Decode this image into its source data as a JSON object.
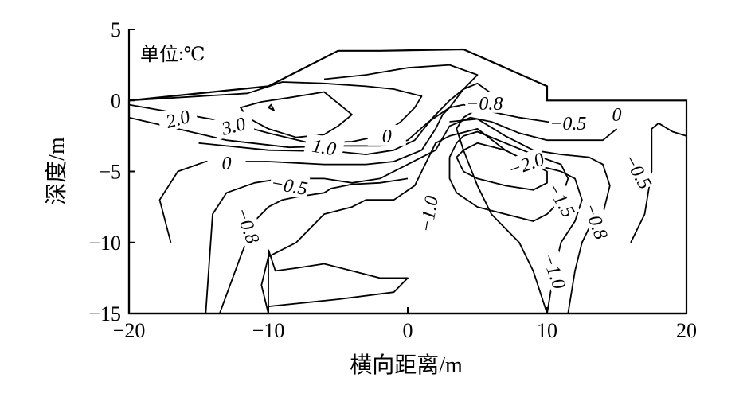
{
  "chart_data": {
    "type": "contour",
    "unit_label": "单位:℃",
    "xlabel": "横向距离/m",
    "ylabel": "深度/m",
    "xlim": [
      -20,
      20
    ],
    "ylim": [
      -15,
      5
    ],
    "xticks": [
      -20,
      -10,
      0,
      10,
      20
    ],
    "yticks": [
      5,
      0,
      -5,
      -10,
      -15
    ],
    "xtick_labels": [
      "−20",
      "−10",
      "0",
      "10",
      "20"
    ],
    "ytick_labels": [
      "5",
      "0",
      "−5",
      "−10",
      "−15"
    ],
    "boundary": [
      [
        -20,
        0
      ],
      [
        -10,
        1
      ],
      [
        -5,
        3.5
      ],
      [
        -2,
        3.5
      ],
      [
        4,
        3.6
      ],
      [
        10,
        1
      ],
      [
        10,
        0
      ],
      [
        20,
        0
      ],
      [
        20,
        -15
      ],
      [
        -20,
        -15
      ]
    ],
    "contours": [
      {
        "level": "0",
        "points": [
          [
            -20,
            -1.2
          ],
          [
            -13,
            -2.8
          ],
          [
            -8.5,
            -3.3
          ],
          [
            -5,
            -3.2
          ],
          [
            -2,
            -3.2
          ],
          [
            0,
            -2.8
          ],
          [
            1.5,
            -1.5
          ],
          [
            3,
            -0.5
          ],
          [
            4,
            0.8
          ],
          [
            5,
            1.8
          ],
          [
            3,
            2.5
          ],
          [
            0,
            2.3
          ],
          [
            -3,
            1.8
          ],
          [
            -6,
            1.5
          ]
        ]
      },
      {
        "level": "2.0",
        "points": [
          [
            -20,
            -0.3
          ],
          [
            -13,
            -1.5
          ],
          [
            -10,
            -2.3
          ],
          [
            -7,
            -3.0
          ],
          [
            -4,
            -2.9
          ],
          [
            -2,
            -2.5
          ],
          [
            -0.5,
            -1.5
          ],
          [
            0.5,
            -0.5
          ],
          [
            1,
            0.3
          ],
          [
            -1,
            0.8
          ],
          [
            -3,
            1.0
          ],
          [
            -6,
            1.2
          ],
          [
            -9,
            1.3
          ],
          [
            -11.5,
            0.5
          ],
          [
            -20,
            0
          ]
        ]
      },
      {
        "level": "3.0",
        "points": [
          [
            -10.5,
            -0.1
          ],
          [
            -12,
            -0.5
          ],
          [
            -11.5,
            -1.2
          ],
          [
            -10,
            -2.0
          ],
          [
            -8,
            -2.6
          ],
          [
            -6,
            -2.4
          ],
          [
            -5,
            -1.8
          ],
          [
            -4,
            -1.0
          ],
          [
            -6,
            0.6
          ],
          [
            -8.5,
            0.2
          ],
          [
            -10.5,
            -0.1
          ]
        ]
      },
      {
        "level": "0",
        "points": [
          [
            -10,
            -0.5
          ],
          [
            -9.6,
            -0.7
          ],
          [
            -9.8,
            -0.3
          ],
          [
            -10,
            -0.5
          ]
        ]
      },
      {
        "level": "1.0",
        "points": [
          [
            -15,
            -3.0
          ],
          [
            -10,
            -3.5
          ],
          [
            -5,
            -3.6
          ],
          [
            -3,
            -3.8
          ],
          [
            -1,
            -3.5
          ],
          [
            0.5,
            -2.8
          ],
          [
            1.8,
            -1.2
          ],
          [
            3,
            0
          ],
          [
            4,
            0.8
          ],
          [
            5,
            1.2
          ],
          [
            6,
            0.5
          ],
          [
            5,
            -0.6
          ],
          [
            4,
            -1.2
          ],
          [
            3.5,
            -2.0
          ],
          [
            4,
            -3.5
          ],
          [
            5,
            -6
          ],
          [
            6,
            -8
          ],
          [
            8,
            -10
          ],
          [
            9,
            -12
          ],
          [
            9.5,
            -13.5
          ],
          [
            10,
            -15
          ]
        ]
      },
      {
        "level": "0",
        "points": [
          [
            -17,
            -10
          ],
          [
            -17.8,
            -7
          ],
          [
            -16.5,
            -5
          ],
          [
            -14.5,
            -4.3
          ],
          [
            -10,
            -4.3
          ],
          [
            -6,
            -4.5
          ],
          [
            -3,
            -4.5
          ],
          [
            -1,
            -4.3
          ],
          [
            1,
            -3.5
          ],
          [
            2,
            -2
          ],
          [
            2.5,
            -1
          ],
          [
            3,
            -0.5
          ],
          [
            4,
            -0.3
          ],
          [
            5,
            -0.5
          ],
          [
            6,
            -0.8
          ],
          [
            8,
            -1.2
          ],
          [
            10,
            -1.5
          ],
          [
            12,
            -1.6
          ]
        ]
      },
      {
        "level": "-0.5",
        "points": [
          [
            -14.5,
            -15
          ],
          [
            -14,
            -8
          ],
          [
            -13,
            -6.5
          ],
          [
            -11,
            -5.8
          ],
          [
            -9,
            -5.5
          ],
          [
            -6,
            -5.5
          ],
          [
            -4,
            -5.8
          ],
          [
            -2,
            -5.5
          ],
          [
            0,
            -4.5
          ],
          [
            2,
            -3.5
          ],
          [
            3,
            -1.8
          ],
          [
            4.5,
            -1.2
          ],
          [
            6,
            -1.5
          ],
          [
            8,
            -2.3
          ],
          [
            10,
            -2.8
          ],
          [
            14,
            -2.8
          ],
          [
            15,
            -2.0
          ]
        ]
      },
      {
        "level": "-0.5",
        "points": [
          [
            16,
            -10
          ],
          [
            17,
            -8
          ],
          [
            17.5,
            -5
          ],
          [
            17.5,
            -3
          ],
          [
            17.5,
            -2
          ],
          [
            18,
            -1.6
          ],
          [
            19,
            -2.2
          ],
          [
            20,
            -2.5
          ]
        ]
      },
      {
        "level": "-0.8",
        "points": [
          [
            -13.5,
            -15
          ],
          [
            -12,
            -11
          ],
          [
            -11,
            -8.5
          ],
          [
            -10,
            -7.5
          ],
          [
            -9,
            -7
          ],
          [
            -8,
            -6.8
          ],
          [
            -6,
            -6.5
          ],
          [
            -5.5,
            -6.2
          ],
          [
            -4,
            -5.9
          ],
          [
            -2,
            -5.8
          ],
          [
            0,
            -5.5
          ]
        ]
      },
      {
        "level": "-0.8",
        "points": [
          [
            3,
            -1.5
          ],
          [
            5,
            -1.3
          ],
          [
            7,
            -2.5
          ],
          [
            9,
            -3.5
          ],
          [
            11,
            -3.8
          ],
          [
            13,
            -4
          ],
          [
            14,
            -4.5
          ],
          [
            14.5,
            -6
          ],
          [
            14,
            -8
          ],
          [
            13,
            -9
          ],
          [
            12.5,
            -10
          ],
          [
            12,
            -12
          ],
          [
            11.5,
            -15
          ]
        ]
      },
      {
        "level": "-1.0",
        "points": [
          [
            -10,
            -15
          ],
          [
            -10.5,
            -13
          ],
          [
            -10,
            -11
          ],
          [
            -9,
            -10.5
          ],
          [
            -8,
            -10
          ],
          [
            -7,
            -9
          ],
          [
            -6,
            -8
          ],
          [
            -4,
            -7.5
          ],
          [
            -3,
            -7
          ],
          [
            -1,
            -7
          ],
          [
            0.5,
            -6
          ],
          [
            1,
            -5
          ],
          [
            1.5,
            -4
          ],
          [
            2,
            -3
          ],
          [
            3,
            -2.5
          ],
          [
            5,
            -2
          ],
          [
            7,
            -3.5
          ],
          [
            9,
            -4.5
          ],
          [
            11,
            -5
          ],
          [
            12,
            -5.5
          ],
          [
            12.5,
            -7
          ],
          [
            12,
            -8.5
          ],
          [
            11,
            -10
          ],
          [
            10.5,
            -12
          ],
          [
            10,
            -15
          ]
        ]
      },
      {
        "level": "-1.5",
        "points": [
          [
            3,
            -4
          ],
          [
            3.5,
            -3
          ],
          [
            4,
            -2.5
          ],
          [
            5,
            -2.2
          ],
          [
            7,
            -3
          ],
          [
            9,
            -3.8
          ],
          [
            11,
            -4.5
          ],
          [
            11.5,
            -5.5
          ],
          [
            11,
            -7
          ],
          [
            10,
            -8
          ],
          [
            9,
            -8.5
          ],
          [
            7,
            -8
          ],
          [
            5,
            -7.5
          ],
          [
            3.5,
            -6.5
          ],
          [
            3,
            -5.5
          ],
          [
            3,
            -4
          ]
        ]
      },
      {
        "level": "-2.0",
        "points": [
          [
            3.5,
            -4
          ],
          [
            4,
            -3.5
          ],
          [
            5,
            -3
          ],
          [
            7,
            -3.5
          ],
          [
            9,
            -4.5
          ],
          [
            10,
            -5
          ],
          [
            10,
            -5.8
          ],
          [
            9,
            -6.3
          ],
          [
            7,
            -6
          ],
          [
            5,
            -5.5
          ],
          [
            4,
            -5
          ],
          [
            3.5,
            -4
          ]
        ]
      },
      {
        "level": "-1.0",
        "points": [
          [
            -10,
            -10.5
          ],
          [
            -9.5,
            -12
          ],
          [
            -8,
            -11.8
          ],
          [
            -6,
            -11.5
          ],
          [
            -4,
            -12
          ],
          [
            -2,
            -12.5
          ],
          [
            0,
            -12.5
          ],
          [
            -1,
            -13.5
          ],
          [
            -5,
            -14
          ],
          [
            -10,
            -14.5
          ],
          [
            -10,
            -10.5
          ]
        ]
      }
    ],
    "contour_labels": [
      {
        "text": "2.0",
        "x": -16.5,
        "y": -1.3,
        "angle": 15
      },
      {
        "text": "3.0",
        "x": -12.5,
        "y": -1.8,
        "angle": 15
      },
      {
        "text": "1.0",
        "x": -6,
        "y": -3.3,
        "angle": -10
      },
      {
        "text": "0",
        "x": -13,
        "y": -4.4,
        "angle": 0
      },
      {
        "text": "0",
        "x": -1.5,
        "y": -2.5,
        "angle": 0
      },
      {
        "text": "−0.5",
        "x": -8.5,
        "y": -6,
        "angle": -10
      },
      {
        "text": "−0.8",
        "x": -11.5,
        "y": -8.8,
        "angle": -70
      },
      {
        "text": "−0.8",
        "x": 5.5,
        "y": -0.2,
        "angle": 0
      },
      {
        "text": "−0.5",
        "x": 11.5,
        "y": -1.6,
        "angle": 0
      },
      {
        "text": "0",
        "x": 15,
        "y": -1,
        "angle": 0
      },
      {
        "text": "−2.0",
        "x": 8.5,
        "y": -4.5,
        "angle": 20
      },
      {
        "text": "−1.5",
        "x": 11,
        "y": -7,
        "angle": -60
      },
      {
        "text": "−0.8",
        "x": 13.5,
        "y": -8.5,
        "angle": -70
      },
      {
        "text": "−0.5",
        "x": 16.5,
        "y": -5,
        "angle": -60
      },
      {
        "text": "−1.0",
        "x": 1.5,
        "y": -8,
        "angle": 80
      },
      {
        "text": "−1.0",
        "x": 10.5,
        "y": -12,
        "angle": -70
      }
    ]
  }
}
